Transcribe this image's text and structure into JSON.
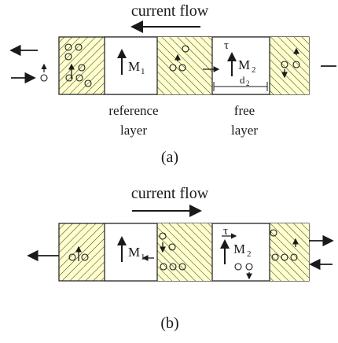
{
  "panel_a": {
    "title": "current flow",
    "magnet_1": "M",
    "magnet_1_sub": "1",
    "magnet_2": "M",
    "magnet_2_sub": "2",
    "torque": "τ",
    "distance": "d",
    "distance_sub": "2",
    "ref_label_line1": "reference",
    "ref_label_line2": "layer",
    "free_label_line1": "free",
    "free_label_line2": "layer",
    "panel_letter": "(a)"
  },
  "panel_b": {
    "title": "current flow",
    "magnet_1": "M",
    "magnet_1_sub": "1",
    "magnet_2": "M",
    "magnet_2_sub": "2",
    "torque": "τ",
    "panel_letter": "(b)"
  },
  "colors": {
    "hatch_fill": "#ffffcc",
    "line": "#1a1a1a",
    "box": "#ffffff"
  }
}
